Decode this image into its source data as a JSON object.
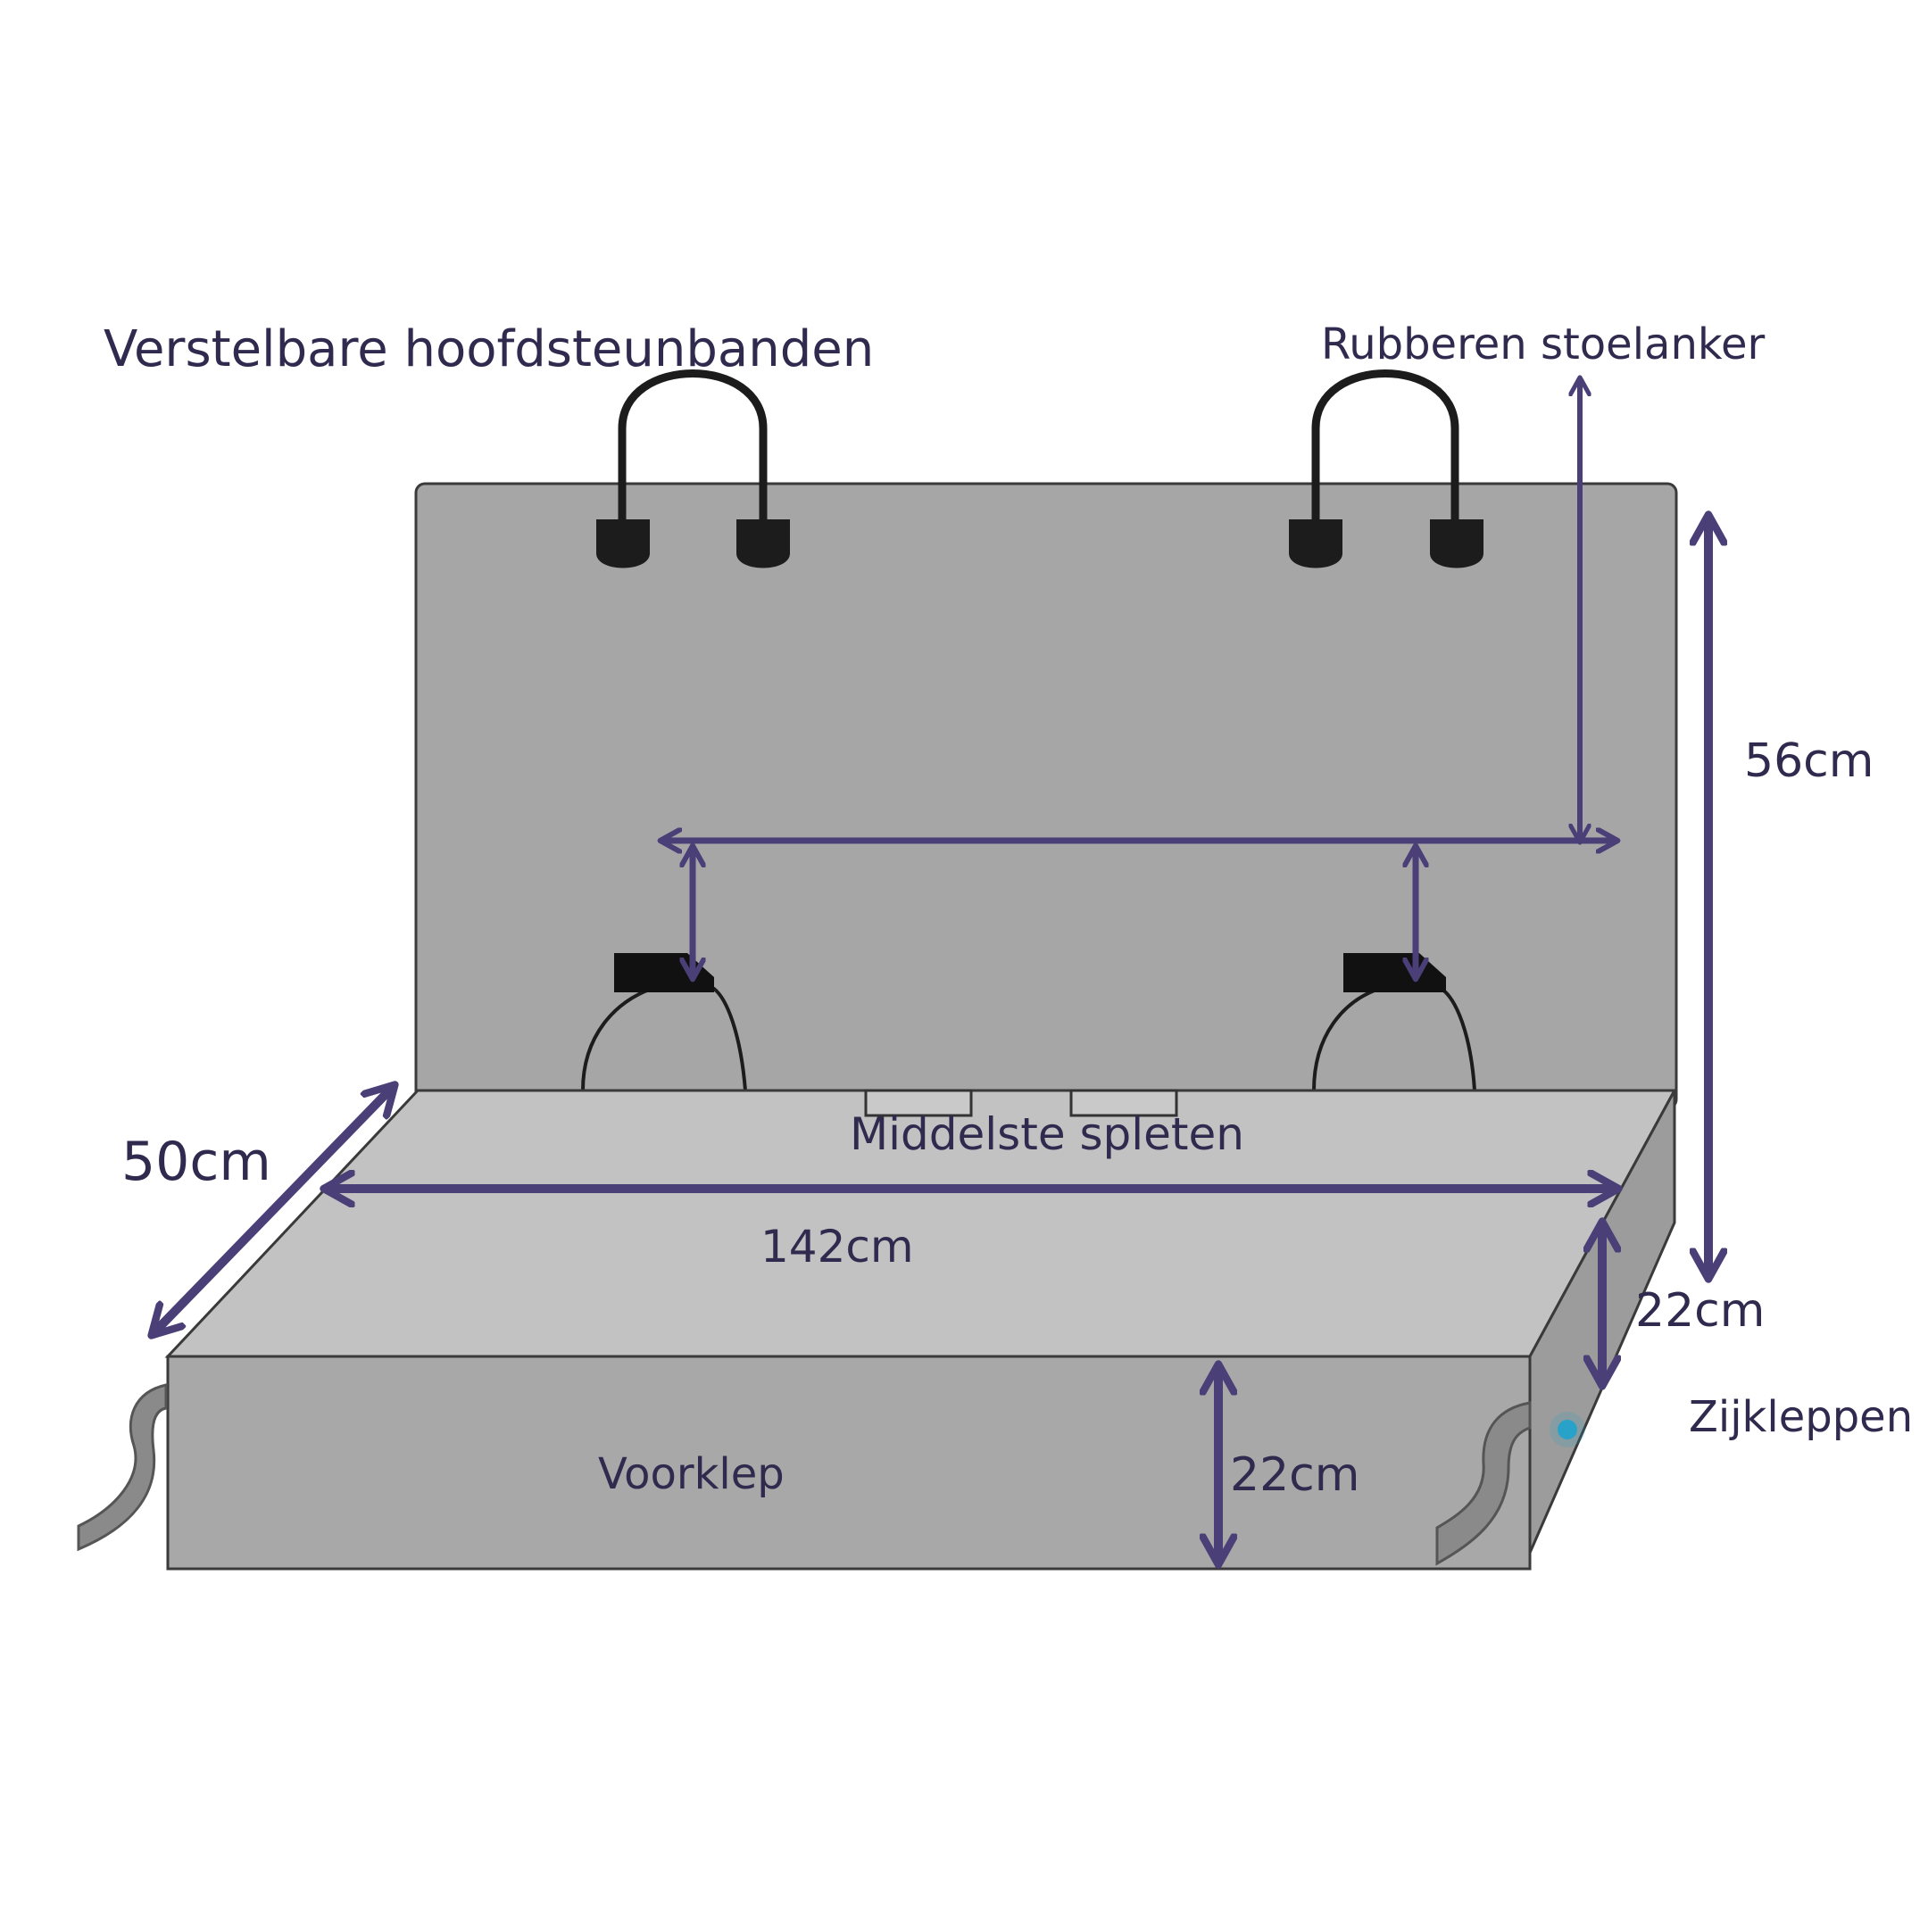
{
  "labels": {
    "headrest_straps": "Verstelbare hoofdsteunbanden",
    "rubber_anchors": "Rubberen stoelanker",
    "backrest_height": "56cm",
    "seat_depth": "50cm",
    "middle_slits": "Middelste spleten",
    "seat_width": "142cm",
    "side_flap_height": "22cm",
    "side_flaps": "Zijkleppen",
    "front_flap": "Voorklep",
    "front_flap_height": "22cm"
  },
  "colors": {
    "arrow": "#4b3f78",
    "label_text": "#2f2a4e",
    "backrest": "#a6a6a6",
    "seat_top": "#c2c2c2",
    "front_panel": "#a8a8a8",
    "side_panel": "#9c9c9c",
    "outline": "#3a3a3a",
    "strap": "#1c1c1c",
    "marker": "#29a3c9"
  }
}
